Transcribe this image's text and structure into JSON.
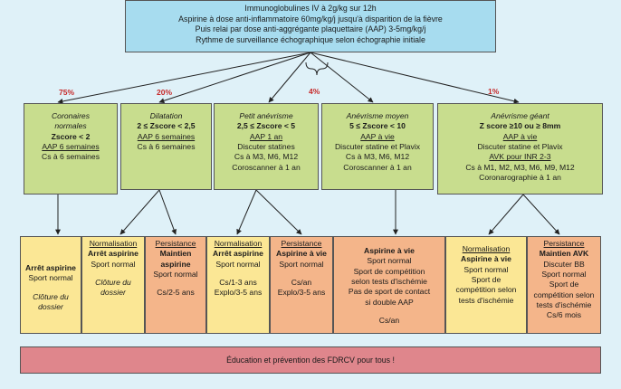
{
  "top_box": {
    "lines": [
      "Immunoglobulines IV à 2g/kg sur 12h",
      "Aspirine à dose anti-inflammatoire 60mg/kg/j jusqu'à disparition de la fièvre",
      "Puis relai par dose anti-aggrégante  plaquettaire (AAP) 3-5mg/kg/j",
      "Rythme de surveillance échographique selon échographie initiale"
    ]
  },
  "percentages": [
    "75%",
    "20%",
    "4%",
    "1%"
  ],
  "categories": [
    {
      "lines": [
        "Coronaires",
        "normales",
        "Zscore < 2",
        "AAP 6 semaines",
        "Cs à 6 semaines"
      ]
    },
    {
      "lines": [
        "Dilatation",
        "2 ≤ Zscore < 2,5",
        "AAP 6 semaines",
        "Cs à 6 semaines"
      ]
    },
    {
      "lines": [
        "Petit anévrisme",
        "2,5 ≤ Zscore < 5",
        "AAP 1 an",
        "Discuter statines",
        "Cs à M3, M6, M12",
        "Coroscanner à 1 an"
      ]
    },
    {
      "lines": [
        "Anévrisme moyen",
        "5 ≤ Zscore < 10",
        "AAP à vie",
        "Discuter statine et Plavix",
        "Cs à M3, M6, M12",
        "Coroscanner à 1 an"
      ]
    },
    {
      "lines": [
        "Anévrisme géant",
        "Z score ≥10 ou ≥ 8mm",
        "AAP à vie",
        "Discuter statine et Plavix",
        "AVK pour INR 2-3",
        "Cs à M1, M2, M3, M6, M9, M12",
        "Coronarographie à 1 an"
      ]
    }
  ],
  "outcomes": [
    {
      "lines": [
        "Arrêt aspirine",
        "Sport normal",
        "Clôture du",
        "dossier"
      ]
    },
    {
      "lines": [
        "Normalisation",
        "Arrêt aspirine",
        "Sport normal",
        "Clôture du",
        "dossier"
      ]
    },
    {
      "lines": [
        "Persistance",
        "Maintien",
        "aspirine",
        "Sport normal",
        "Cs/2-5 ans"
      ]
    },
    {
      "lines": [
        "Normalisation",
        "Arrêt aspirine",
        "Sport normal",
        "Cs/1-3 ans",
        "Explo/3-5 ans"
      ]
    },
    {
      "lines": [
        "Persistance",
        "Aspirine à vie",
        "Sport normal",
        "Cs/an",
        "Explo/3-5 ans"
      ]
    },
    {
      "lines": [
        "Aspirine à vie",
        "Sport normal",
        "Sport de compétition",
        "selon tests d'ischémie",
        "Pas de sport de contact",
        "si double AAP",
        "Cs/an"
      ]
    },
    {
      "lines": [
        "Normalisation",
        "Aspirine à vie",
        "Sport normal",
        "Sport de",
        "compétition selon",
        "tests d'ischémie"
      ]
    },
    {
      "lines": [
        "Persistance",
        "Maintien AVK",
        "Discuter BB",
        "Sport normal",
        "Sport de",
        "compétition selon",
        "tests d'ischémie",
        "Cs/6 mois"
      ]
    }
  ],
  "footer": {
    "text": "Éducation et prévention des FDRCV pour tous !"
  }
}
